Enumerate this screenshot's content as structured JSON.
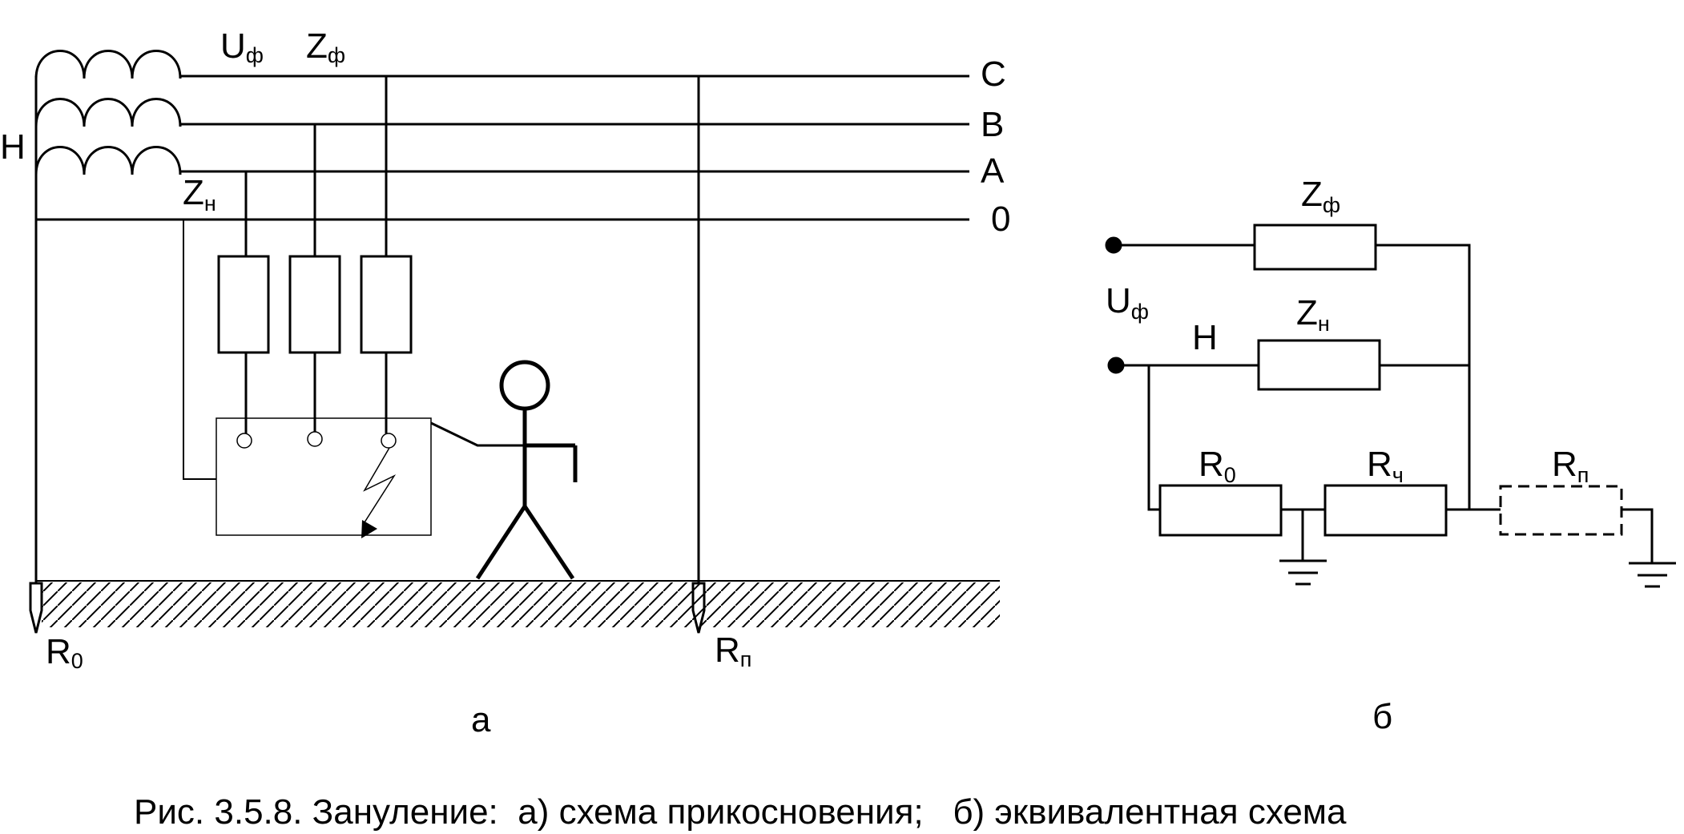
{
  "diagram_a": {
    "labels": {
      "neutral_point": "Н",
      "phase_voltage": {
        "main": "U",
        "sub": "ф"
      },
      "phase_impedance": {
        "main": "Z",
        "sub": "ф"
      },
      "neutral_impedance": {
        "main": "Z",
        "sub": "н"
      },
      "line_c": "C",
      "line_b": "B",
      "line_a": "A",
      "line_0": "0",
      "r0": {
        "main": "R",
        "sub": "0"
      },
      "rp": {
        "main": "R",
        "sub": "п"
      }
    },
    "panel_letter": "а"
  },
  "diagram_b": {
    "labels": {
      "z_phase": {
        "main": "Z",
        "sub": "ф"
      },
      "u_phase": {
        "main": "U",
        "sub": "ф"
      },
      "neutral": "Н",
      "z_neutral": {
        "main": "Z",
        "sub": "н"
      },
      "r0": {
        "main": "R",
        "sub": "0"
      },
      "rch": {
        "main": "R",
        "sub": "ч"
      },
      "rp": {
        "main": "R",
        "sub": "п"
      }
    },
    "panel_letter": "б"
  },
  "caption": "Рис. 3.5.8. Зануление:  а) схема прикосновения;   б) эквивалентная схема"
}
